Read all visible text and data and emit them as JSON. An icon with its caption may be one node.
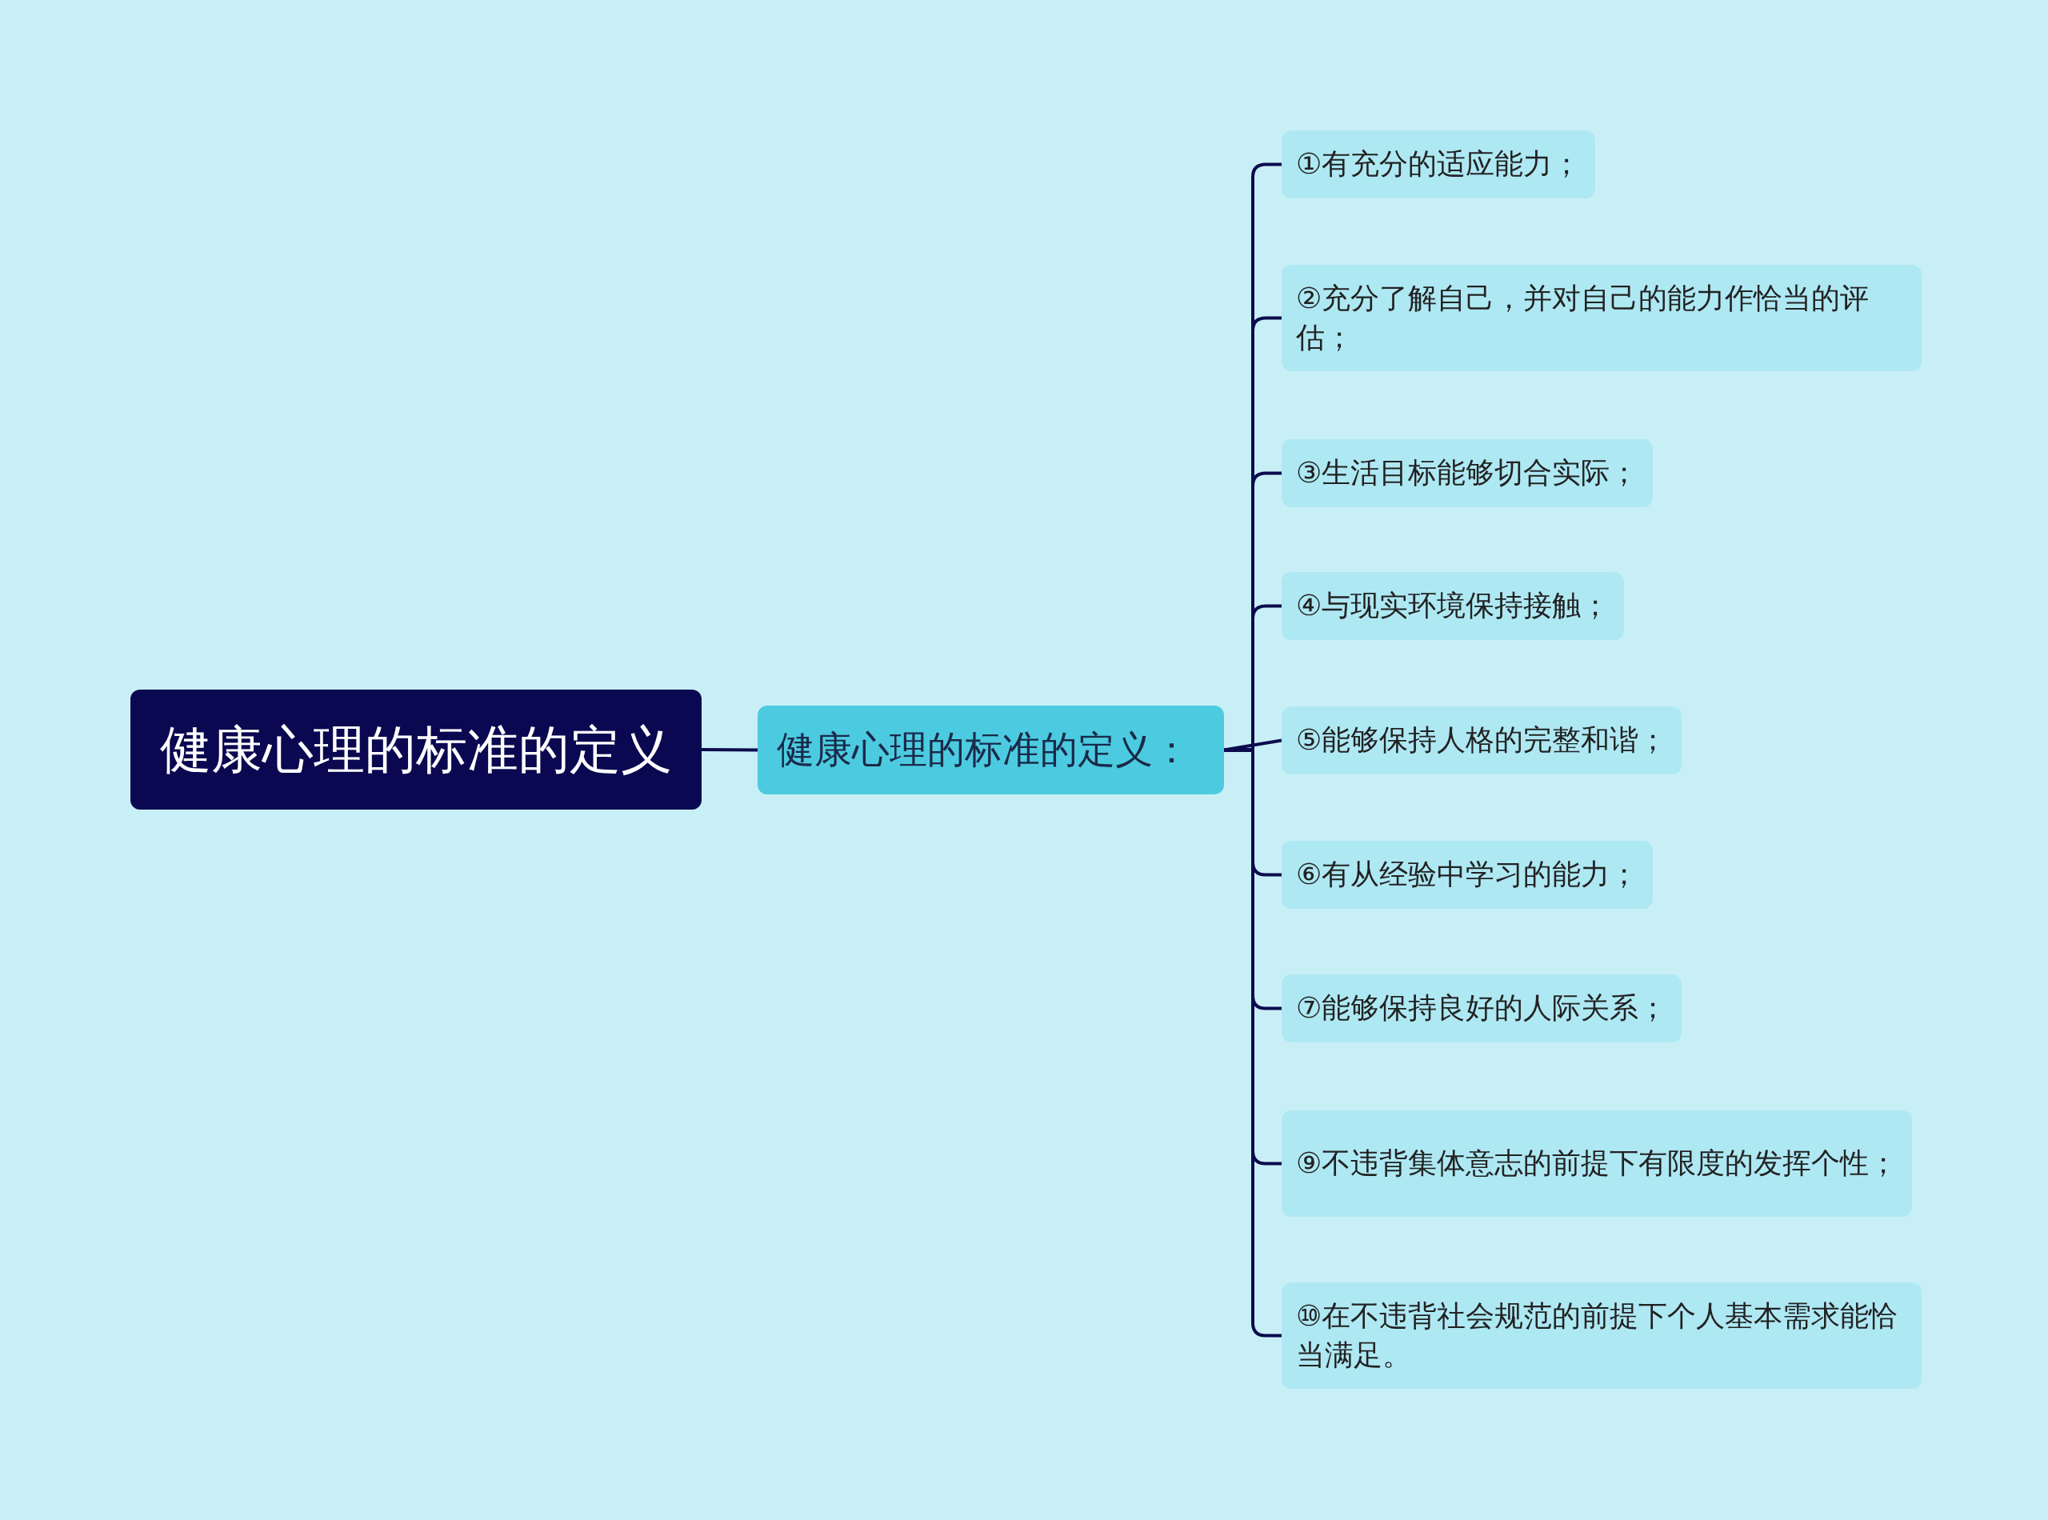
{
  "diagram": {
    "nodes": [
      {
        "text": [
          "健康心理的标准的定义"
        ]
      },
      {
        "text": [
          "健康心理的标准的定义："
        ]
      },
      {
        "text": [
          "①有充分的适应能力；"
        ]
      },
      {
        "text": [
          "②充分了解自己，并对自己的能力作恰当的评估；"
        ]
      },
      {
        "text": [
          "③生活目标能够切合实际；"
        ]
      },
      {
        "text": [
          "④与现实环境保持接触；"
        ]
      },
      {
        "text": [
          "⑤能够保持人格的完整和谐；"
        ]
      },
      {
        "text": [
          "⑥有从经验中学习的能力；"
        ]
      },
      {
        "text": [
          "⑦能够保持良好的人际关系；"
        ]
      },
      {
        "text": [
          "⑨不违背集体意志的前提下有限度的发挥个性；"
        ]
      },
      {
        "text": [
          "⑩在不违背社会规范的前提下个人基本需求能恰当满足。"
        ]
      }
    ],
    "edges": [
      {
        "from": 0,
        "to": 1,
        "arrow": "none"
      },
      {
        "from": 1,
        "to": 2,
        "arrow": "none"
      },
      {
        "from": 1,
        "to": 3,
        "arrow": "none"
      },
      {
        "from": 1,
        "to": 4,
        "arrow": "none"
      },
      {
        "from": 1,
        "to": 5,
        "arrow": "none"
      },
      {
        "from": 1,
        "to": 6,
        "arrow": "none"
      },
      {
        "from": 1,
        "to": 7,
        "arrow": "none"
      },
      {
        "from": 1,
        "to": 8,
        "arrow": "none"
      },
      {
        "from": 1,
        "to": 9,
        "arrow": "none"
      },
      {
        "from": 1,
        "to": 10,
        "arrow": "none"
      }
    ]
  }
}
